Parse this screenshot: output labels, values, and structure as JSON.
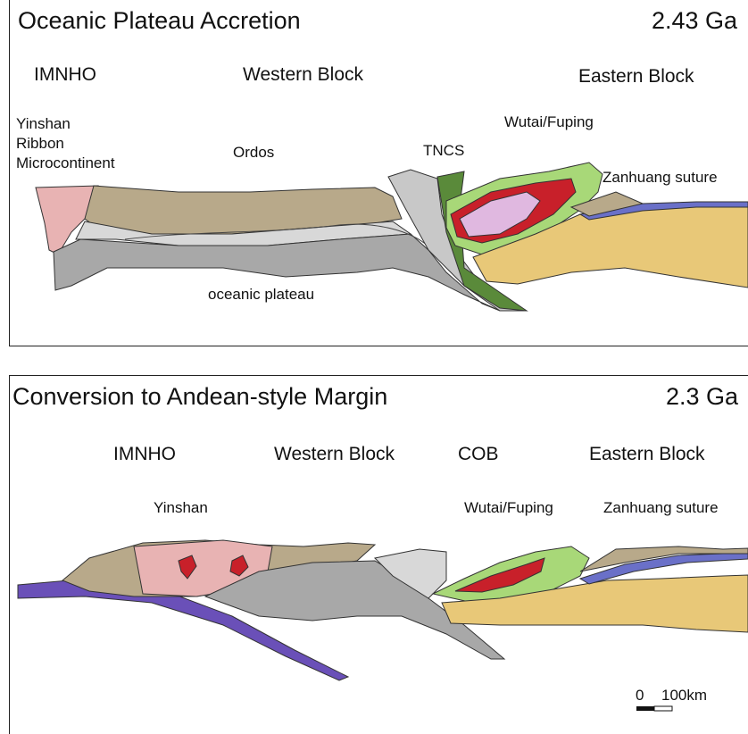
{
  "panels": [
    {
      "title": "Oceanic  Plateau  Accretion",
      "age": "2.43  Ga",
      "labels": {
        "imnho": "IMNHO",
        "western_block": "Western Block",
        "eastern_block": "Eastern Block",
        "yinshan": "Yinshan\nRibbon\nMicrocontinent",
        "ordos": "Ordos",
        "tncs": "TNCS",
        "wutai": "Wutai/Fuping",
        "zanhuang": "Zanhuang suture",
        "oceanic_plateau": "oceanic plateau"
      }
    },
    {
      "title": "Conversion to Andean-style Margin",
      "age": "2.3 Ga",
      "labels": {
        "imnho": "IMNHO",
        "western_block": "Western Block",
        "cob": "COB",
        "eastern_block": "Eastern Block",
        "yinshan": "Yinshan",
        "wutai": "Wutai/Fuping",
        "zanhuang": "Zanhuang suture"
      },
      "scale_bar": {
        "zero": "0",
        "length": "100km"
      }
    }
  ],
  "colors": {
    "pink": "#e8b3b3",
    "tan": "#b8a98a",
    "grey": "#a8a8a8",
    "light_grey": "#d8d8d8",
    "green": "#a8d878",
    "dark_green": "#5a8a3a",
    "red": "#c8202a",
    "lilac": "#e0b8e0",
    "yellow": "#e8c878",
    "blue": "#6a70c8",
    "purple": "#6a50b8"
  }
}
